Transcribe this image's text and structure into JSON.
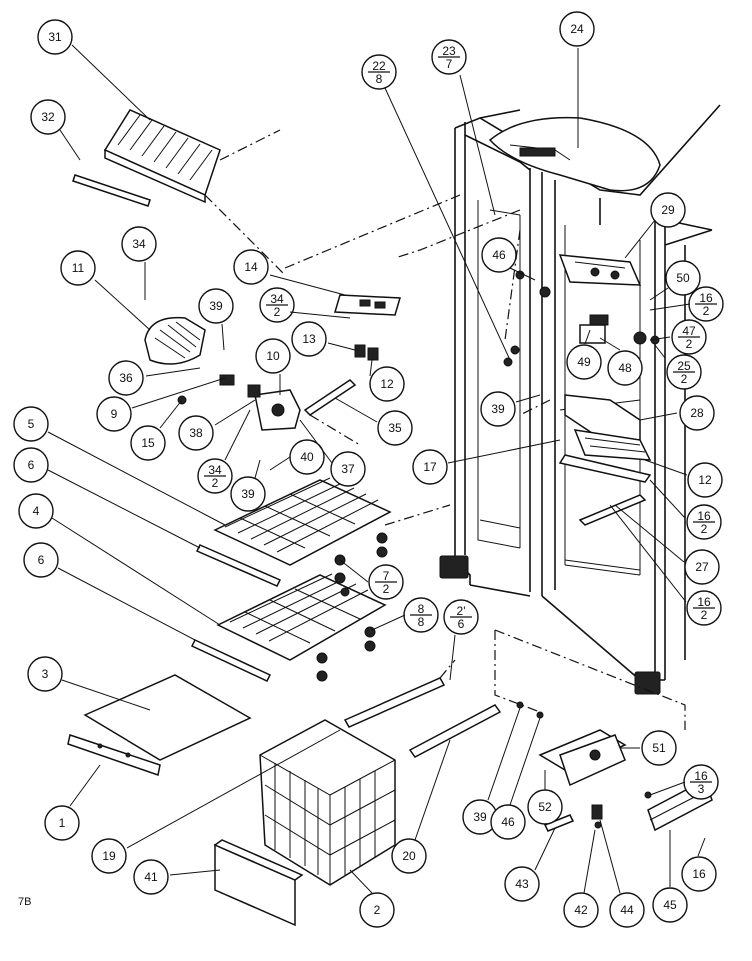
{
  "page_code": "7B",
  "callouts": [
    {
      "id": "c31",
      "num": "31"
    },
    {
      "id": "c32",
      "num": "32"
    },
    {
      "id": "c22",
      "num": "22",
      "den": "8"
    },
    {
      "id": "c23",
      "num": "23",
      "den": "7"
    },
    {
      "id": "c24",
      "num": "24"
    },
    {
      "id": "c29",
      "num": "29"
    },
    {
      "id": "c34a",
      "num": "34"
    },
    {
      "id": "c11",
      "num": "11"
    },
    {
      "id": "c14",
      "num": "14"
    },
    {
      "id": "c39a",
      "num": "39"
    },
    {
      "id": "c34b",
      "num": "34",
      "den": "2"
    },
    {
      "id": "c46a",
      "num": "46"
    },
    {
      "id": "c50",
      "num": "50"
    },
    {
      "id": "c16a",
      "num": "16",
      "den": "2"
    },
    {
      "id": "c13",
      "num": "13"
    },
    {
      "id": "c47",
      "num": "47",
      "den": "2"
    },
    {
      "id": "c10",
      "num": "10"
    },
    {
      "id": "c36",
      "num": "36"
    },
    {
      "id": "c12a",
      "num": "12"
    },
    {
      "id": "c49",
      "num": "49"
    },
    {
      "id": "c48",
      "num": "48"
    },
    {
      "id": "c25",
      "num": "25",
      "den": "2"
    },
    {
      "id": "c9",
      "num": "9"
    },
    {
      "id": "c38",
      "num": "38"
    },
    {
      "id": "c35",
      "num": "35"
    },
    {
      "id": "c39b",
      "num": "39"
    },
    {
      "id": "c28",
      "num": "28"
    },
    {
      "id": "c15",
      "num": "15"
    },
    {
      "id": "c5",
      "num": "5"
    },
    {
      "id": "c37",
      "num": "37"
    },
    {
      "id": "c17",
      "num": "17"
    },
    {
      "id": "c12b",
      "num": "12"
    },
    {
      "id": "c34c",
      "num": "34",
      "den": "2"
    },
    {
      "id": "c40",
      "num": "40"
    },
    {
      "id": "c6a",
      "num": "6"
    },
    {
      "id": "c39c",
      "num": "39"
    },
    {
      "id": "c16b",
      "num": "16",
      "den": "2"
    },
    {
      "id": "c4",
      "num": "4"
    },
    {
      "id": "c27",
      "num": "27"
    },
    {
      "id": "c7",
      "num": "7",
      "den": "2"
    },
    {
      "id": "c6b",
      "num": "6"
    },
    {
      "id": "c16c",
      "num": "16",
      "den": "2"
    },
    {
      "id": "c8",
      "num": "8",
      "den": "8"
    },
    {
      "id": "c2p",
      "num": "2'",
      "den": "6"
    },
    {
      "id": "c3",
      "num": "3"
    },
    {
      "id": "c51",
      "num": "51"
    },
    {
      "id": "c16d",
      "num": "16",
      "den": "3"
    },
    {
      "id": "c39d",
      "num": "39"
    },
    {
      "id": "c1",
      "num": "1"
    },
    {
      "id": "c46b",
      "num": "46"
    },
    {
      "id": "c52",
      "num": "52"
    },
    {
      "id": "c20",
      "num": "20"
    },
    {
      "id": "c19",
      "num": "19"
    },
    {
      "id": "c43",
      "num": "43"
    },
    {
      "id": "c16e",
      "num": "16"
    },
    {
      "id": "c41",
      "num": "41"
    },
    {
      "id": "c2",
      "num": "2"
    },
    {
      "id": "c42",
      "num": "42"
    },
    {
      "id": "c44",
      "num": "44"
    },
    {
      "id": "c45",
      "num": "45"
    }
  ]
}
